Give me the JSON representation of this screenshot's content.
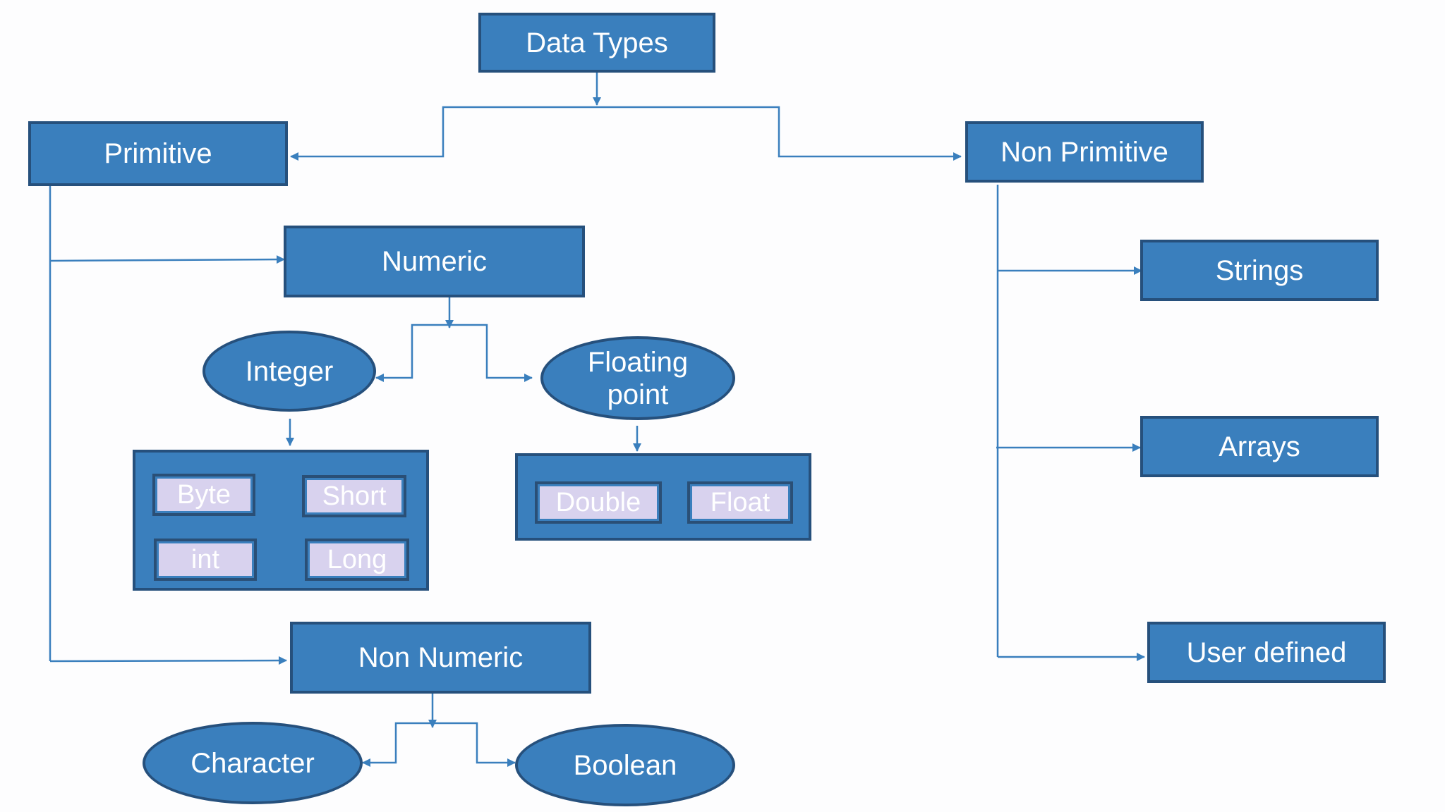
{
  "nodes": {
    "data_types": "Data Types",
    "primitive": "Primitive",
    "non_primitive": "Non Primitive",
    "numeric": "Numeric",
    "integer": "Integer",
    "floating_point": "Floating point",
    "non_numeric": "Non Numeric",
    "character": "Character",
    "boolean": "Boolean",
    "strings": "Strings",
    "arrays": "Arrays",
    "user_defined": "User defined"
  },
  "integer_types": {
    "byte": "Byte",
    "short": "Short",
    "int": "int",
    "long": "Long"
  },
  "float_types": {
    "double": "Double",
    "float": "Float"
  },
  "colors": {
    "node_fill": "#3a7fbd",
    "node_border": "#26507c",
    "chip_fill": "#d8d2ee",
    "connector": "#3a7fbd"
  }
}
